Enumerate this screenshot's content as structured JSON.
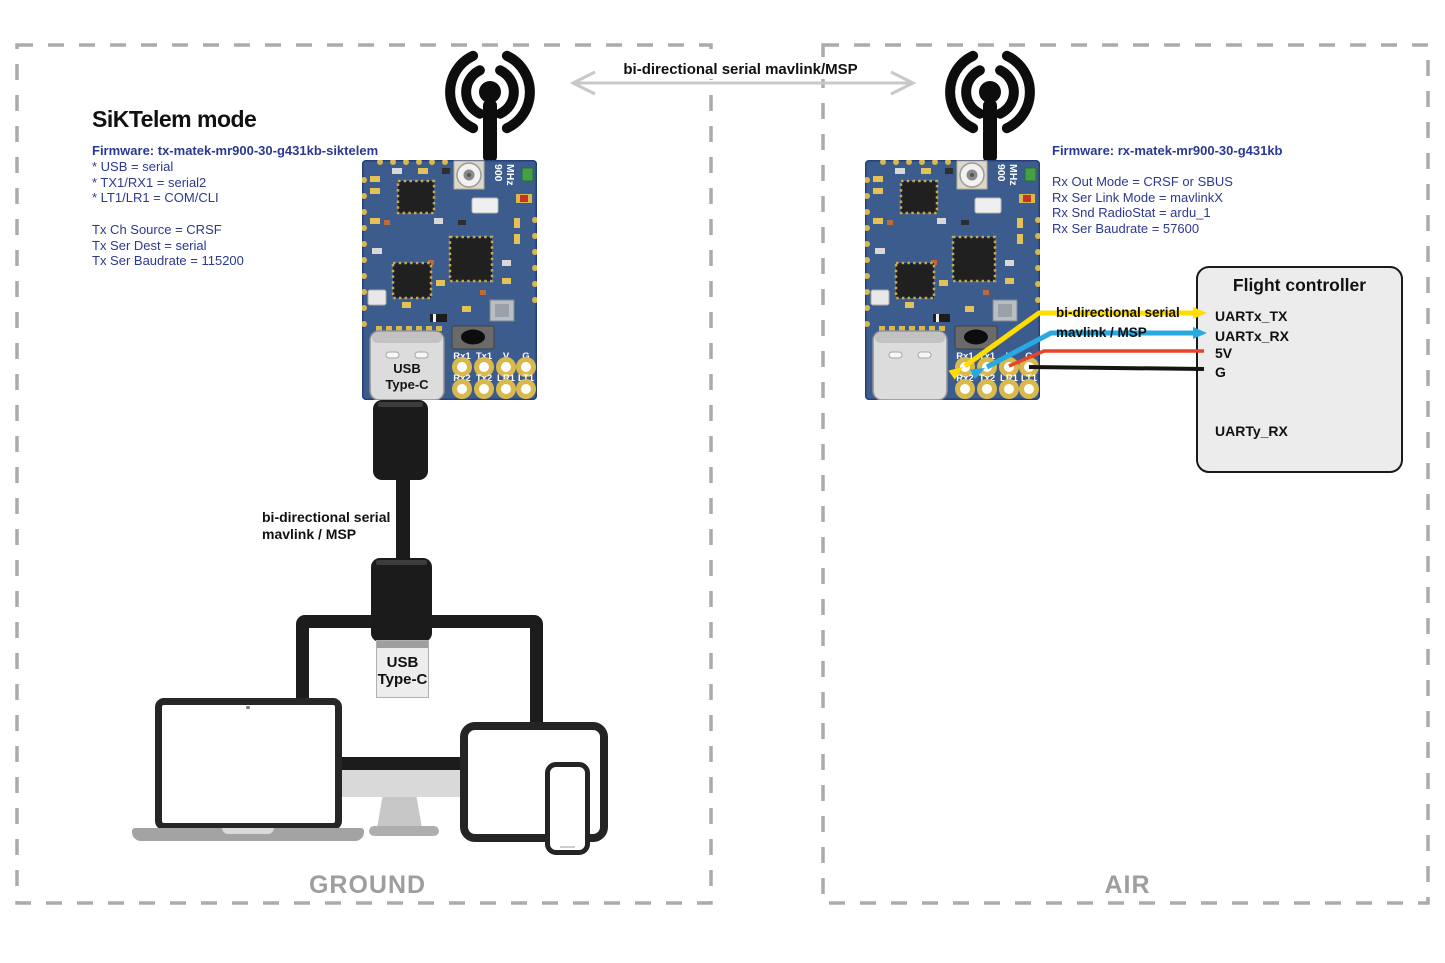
{
  "colors": {
    "pcb_blue": "#3b5c8d",
    "pad_gold": "#d9b94d",
    "text_blue": "#2b3990",
    "zone_label_gray": "#9e9e9e",
    "link_arrow_gray": "#c8c8c8",
    "wire_yellow": "#ffdd00",
    "wire_blue": "#29a9e1",
    "wire_red": "#e8442a",
    "wire_black": "#141414"
  },
  "radio_link": {
    "label": "bi-directional serial mavlink/MSP"
  },
  "zones": {
    "ground_label": "GROUND",
    "air_label": "AIR"
  },
  "ground": {
    "mode_title": "SiKTelem mode",
    "firmware": "Firmware: tx-matek-mr900-30-g431kb-siktelem",
    "port_settings": [
      "* USB = serial",
      "* TX1/RX1 = serial2",
      "* LT1/LR1 = COM/CLI"
    ],
    "tx_settings": [
      "Tx Ch Source = CRSF",
      "Tx Ser Dest = serial",
      "Tx Ser Baudrate = 115200"
    ],
    "cable_label": {
      "line1": "bi-directional serial",
      "line2": "mavlink / MSP"
    },
    "usb_plug": {
      "line1": "USB",
      "line2": "Type-C"
    }
  },
  "air": {
    "firmware": "Firmware: rx-matek-mr900-30-g431kb",
    "rx_settings": [
      "Rx Out Mode = CRSF or SBUS",
      "Rx Ser Link Mode = mavlinkX",
      "Rx Snd RadioStat = ardu_1",
      "Rx Ser Baudrate = 57600"
    ],
    "wire_label": {
      "line1": "bi-directional serial",
      "line2": "mavlink / MSP"
    }
  },
  "module": {
    "freq_line1": "900",
    "freq_line2": "MHz",
    "usb_label": {
      "line1": "USB",
      "line2": "Type-C"
    },
    "pins_row1": [
      "Rx1",
      "Tx1",
      "V",
      "G"
    ],
    "pins_row2": [
      "Rx2",
      "Tx2",
      "LR1",
      "LT1"
    ]
  },
  "flight_controller": {
    "title": "Flight controller",
    "ports": [
      "UARTx_TX",
      "UARTx_RX",
      "5V",
      "G"
    ],
    "spare_port": "UARTy_RX"
  }
}
